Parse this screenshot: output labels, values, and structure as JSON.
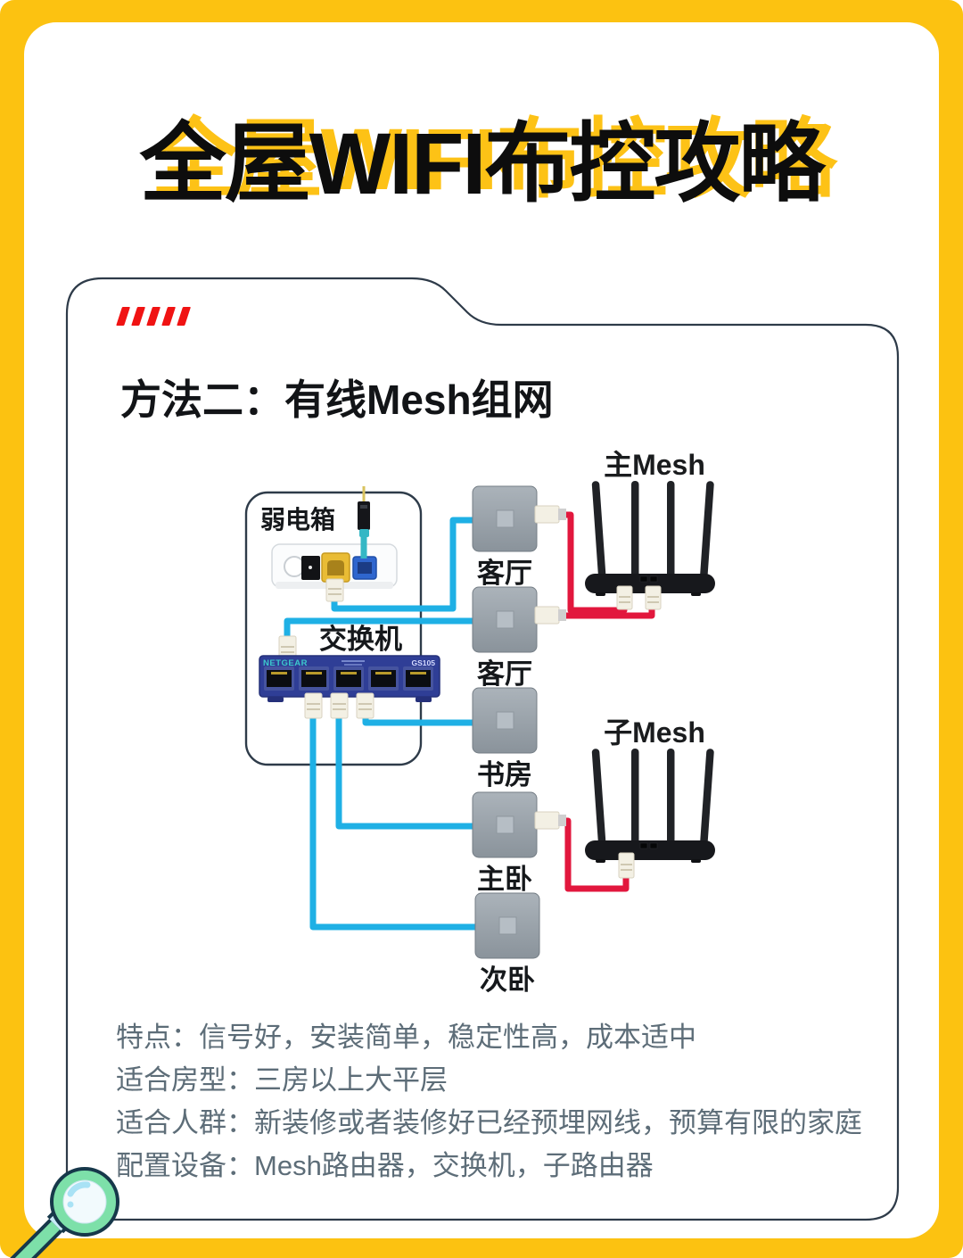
{
  "page": {
    "title": "全屋WIFI布控攻略",
    "colors": {
      "frame_yellow": "#FCC211",
      "title_shadow": "#FDC216",
      "card_border": "#2E3B49",
      "accent_red": "#F01313",
      "lan_cable_blue": "#1FB0E5",
      "uplink_cable_red": "#E2173D",
      "detail_text": "#5D6D78"
    },
    "icons": {
      "bottom_left": "magnifier-icon",
      "card_top_left": "red-accent-dashes"
    }
  },
  "card": {
    "heading": "方法二：有线Mesh组网"
  },
  "diagram": {
    "weak_box_label": "弱电箱",
    "switch_label": "交换机",
    "switch_brand": "NETGEAR",
    "switch_model": "GS105",
    "main_mesh_label": "主Mesh",
    "sub_mesh_label": "子Mesh",
    "plates": [
      {
        "label": "客厅"
      },
      {
        "label": "客厅"
      },
      {
        "label": "书房"
      },
      {
        "label": "主卧"
      },
      {
        "label": "次卧"
      }
    ]
  },
  "details": {
    "lines": [
      "特点：信号好，安装简单，稳定性高，成本适中",
      "适合房型：三房以上大平层",
      "适合人群：新装修或者装修好已经预埋网线，预算有限的家庭",
      "配置设备：Mesh路由器，交换机，子路由器"
    ]
  }
}
